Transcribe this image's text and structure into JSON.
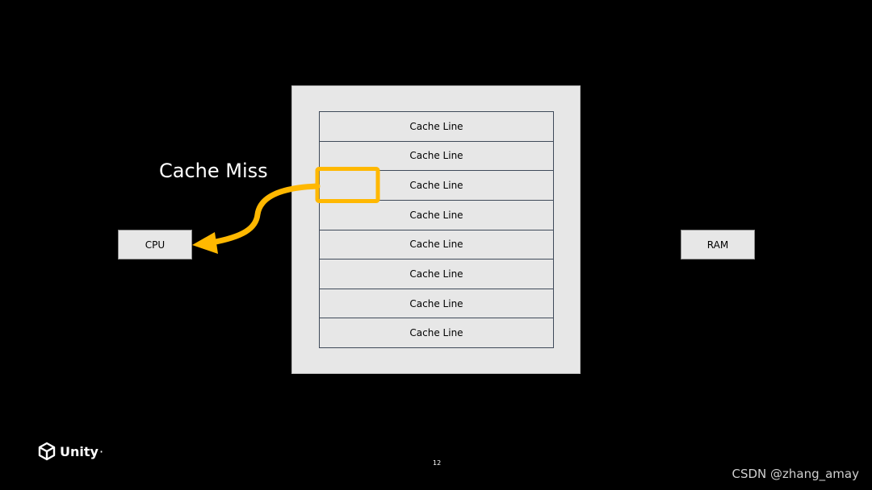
{
  "cache": {
    "lines": [
      "Cache Line",
      "Cache Line",
      "Cache Line",
      "Cache Line",
      "Cache Line",
      "Cache Line",
      "Cache Line",
      "Cache Line"
    ],
    "highlighted_line": 3
  },
  "cpu_label": "CPU",
  "ram_label": "RAM",
  "miss_label": "Cache Miss",
  "highlight_color": "#FFB800",
  "logo": {
    "text": "Unity",
    "icon": "unity-logo-icon"
  },
  "page_number": "12",
  "watermark": "CSDN @zhang_amay"
}
